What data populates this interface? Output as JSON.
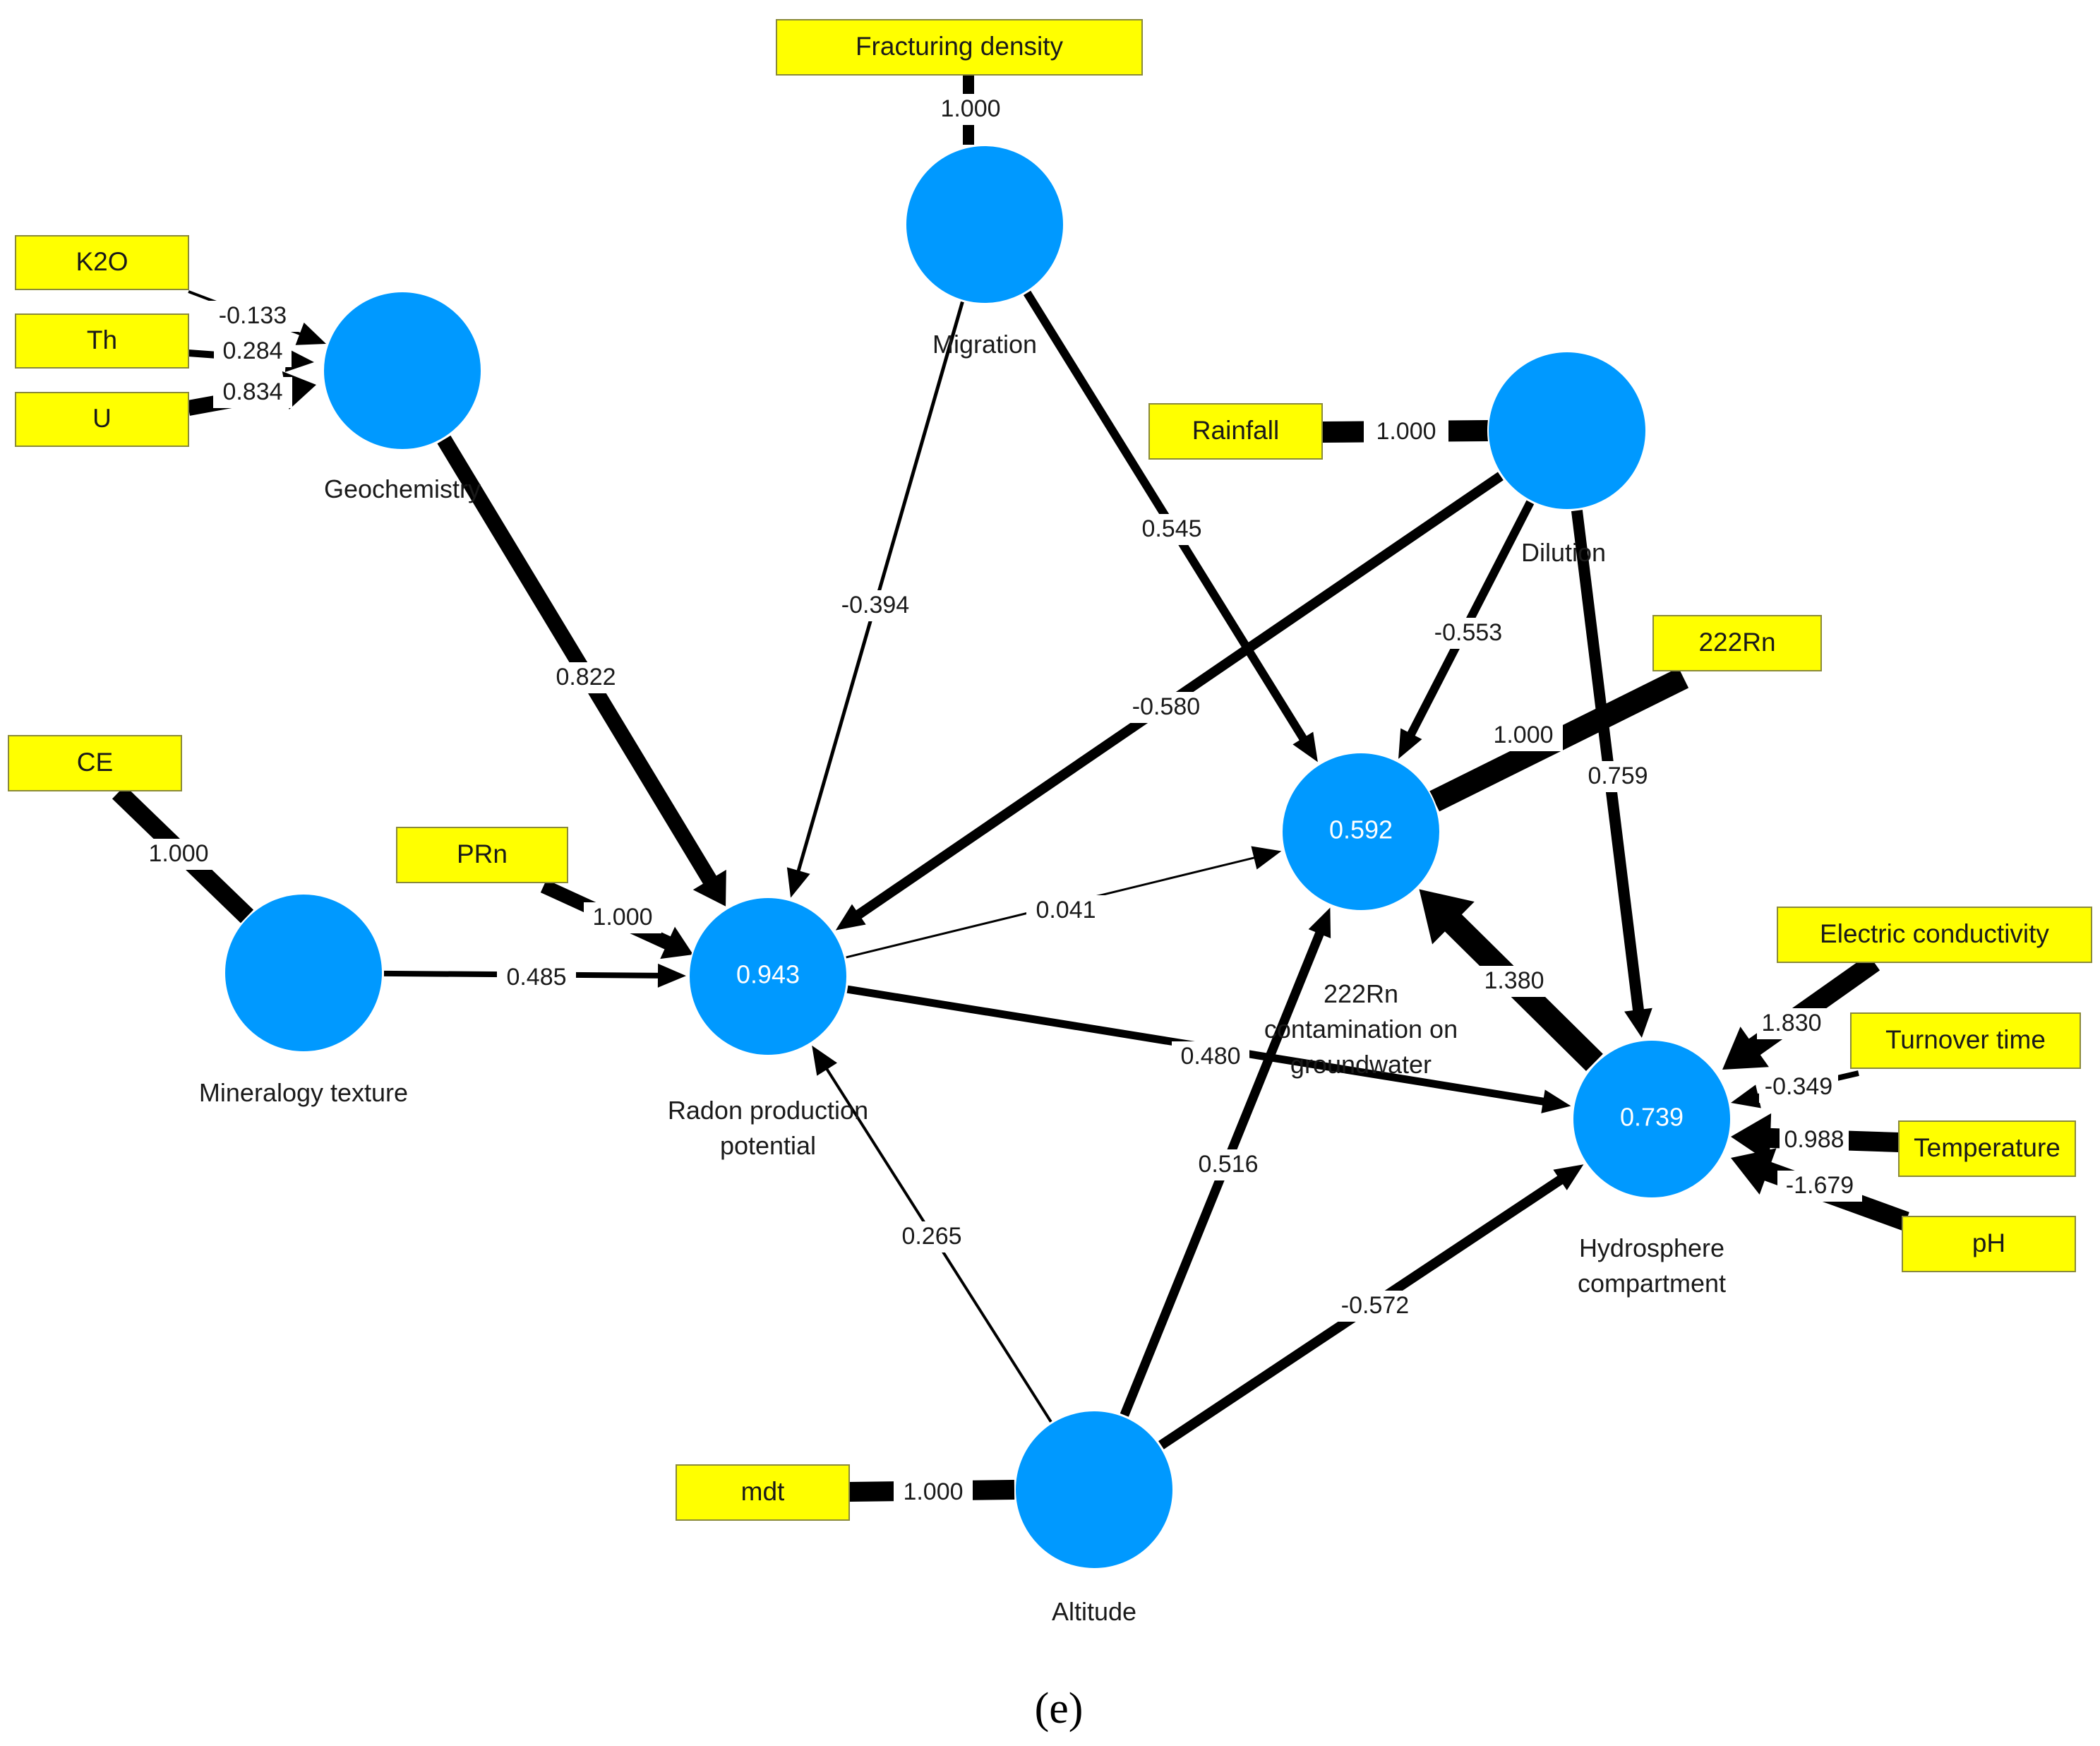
{
  "colors": {
    "node_fill": "#0099FF",
    "indicator_fill": "#FFFF00",
    "indicator_border": "#8a8a3a",
    "path_color": "#000000"
  },
  "caption": "(e)",
  "latent_variables": [
    {
      "id": "geochemistry",
      "label": [
        "Geochemistry"
      ],
      "r2": ""
    },
    {
      "id": "migration",
      "label": [
        "Migration"
      ],
      "r2": ""
    },
    {
      "id": "dilution",
      "label": [
        "Dilution"
      ],
      "r2": ""
    },
    {
      "id": "mineralogy",
      "label": [
        "Mineralogy texture"
      ],
      "r2": ""
    },
    {
      "id": "radon",
      "label": [
        "Radon production",
        "potential"
      ],
      "r2": "0.943"
    },
    {
      "id": "contamination",
      "label": [
        "222Rn",
        "contamination on",
        "groundwater"
      ],
      "r2": "0.592"
    },
    {
      "id": "hydrosphere",
      "label": [
        "Hydrosphere",
        "compartment"
      ],
      "r2": "0.739"
    },
    {
      "id": "altitude",
      "label": [
        "Altitude"
      ],
      "r2": ""
    }
  ],
  "indicators": [
    {
      "id": "fracturing",
      "label": "Fracturing density",
      "latent": "migration",
      "loading": "1.000"
    },
    {
      "id": "k2o",
      "label": "K2O",
      "latent": "geochemistry",
      "loading": "-0.133"
    },
    {
      "id": "th",
      "label": "Th",
      "latent": "geochemistry",
      "loading": "0.284"
    },
    {
      "id": "u",
      "label": "U",
      "latent": "geochemistry",
      "loading": "0.834"
    },
    {
      "id": "rainfall",
      "label": "Rainfall",
      "latent": "dilution",
      "loading": "1.000"
    },
    {
      "id": "rn222",
      "label": "222Rn",
      "latent": "contamination",
      "loading": "1.000"
    },
    {
      "id": "ce",
      "label": "CE",
      "latent": "mineralogy",
      "loading": "1.000"
    },
    {
      "id": "prn",
      "label": "PRn",
      "latent": "radon",
      "loading": "1.000"
    },
    {
      "id": "ec",
      "label": "Electric conductivity",
      "latent": "hydrosphere",
      "loading": "1.830"
    },
    {
      "id": "turnover",
      "label": "Turnover time",
      "latent": "hydrosphere",
      "loading": "-0.349"
    },
    {
      "id": "temperature",
      "label": "Temperature",
      "latent": "hydrosphere",
      "loading": "0.988"
    },
    {
      "id": "ph",
      "label": "pH",
      "latent": "hydrosphere",
      "loading": "-1.679"
    },
    {
      "id": "mdt",
      "label": "mdt",
      "latent": "altitude",
      "loading": "1.000"
    }
  ],
  "paths": [
    {
      "from": "geochemistry",
      "to": "radon",
      "coef": "0.822"
    },
    {
      "from": "migration",
      "to": "radon",
      "coef": "-0.394"
    },
    {
      "from": "migration",
      "to": "contamination",
      "coef": "0.545"
    },
    {
      "from": "dilution",
      "to": "radon",
      "coef": "-0.580"
    },
    {
      "from": "dilution",
      "to": "contamination",
      "coef": "-0.553"
    },
    {
      "from": "dilution",
      "to": "hydrosphere",
      "coef": "0.759"
    },
    {
      "from": "mineralogy",
      "to": "radon",
      "coef": "0.485"
    },
    {
      "from": "radon",
      "to": "contamination",
      "coef": "0.041"
    },
    {
      "from": "radon",
      "to": "hydrosphere",
      "coef": "0.480"
    },
    {
      "from": "hydrosphere",
      "to": "contamination",
      "coef": "1.380"
    },
    {
      "from": "altitude",
      "to": "radon",
      "coef": "0.265"
    },
    {
      "from": "altitude",
      "to": "contamination",
      "coef": "0.516"
    },
    {
      "from": "altitude",
      "to": "hydrosphere",
      "coef": "-0.572"
    }
  ]
}
